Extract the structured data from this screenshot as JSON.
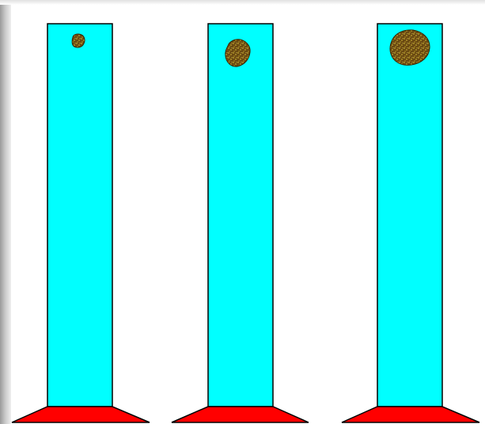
{
  "scene": {
    "tube_color": "#00ffff",
    "base_color": "#ff0000",
    "outline_color": "#000000",
    "particle_color": "#6b4a12",
    "particle_speckle_color": "#e8d040",
    "background_color": "#ffffff",
    "cylinders": [
      {
        "id": "cylinder-1",
        "particle_size": "small"
      },
      {
        "id": "cylinder-2",
        "particle_size": "medium"
      },
      {
        "id": "cylinder-3",
        "particle_size": "large"
      }
    ]
  }
}
